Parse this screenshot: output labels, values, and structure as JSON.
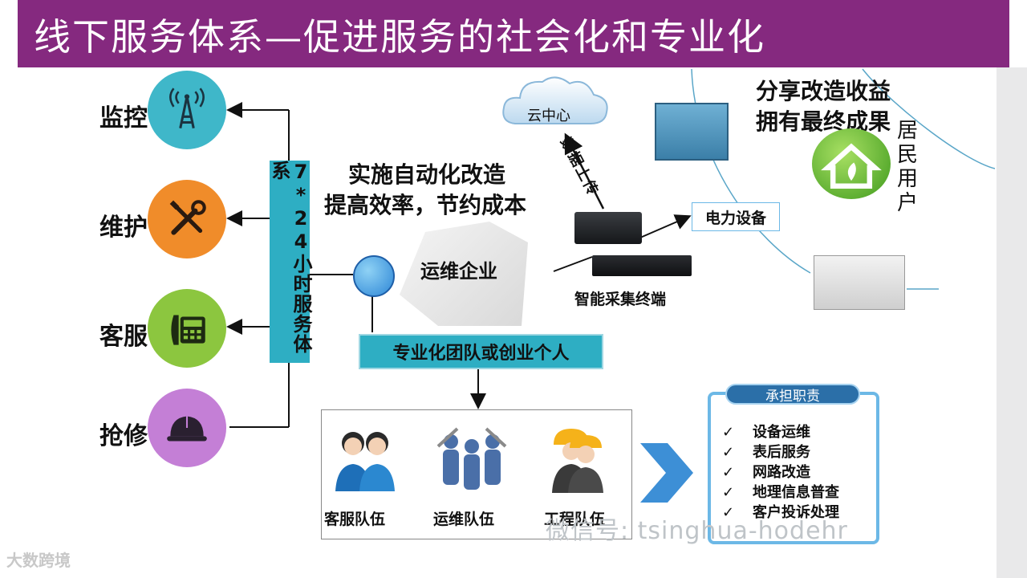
{
  "title": "线下服务体系—促进服务的社会化和专业化",
  "services": [
    {
      "label": "监控",
      "icon": "antenna-tower-icon",
      "color": "#3fb7c9"
    },
    {
      "label": "维护",
      "icon": "tools-icon",
      "color": "#f08c2a"
    },
    {
      "label": "客服",
      "icon": "telephone-icon",
      "color": "#8cc63f"
    },
    {
      "label": "抢修",
      "icon": "hard-hat-icon",
      "color": "#c47fd6"
    }
  ],
  "service_system": "7*24小时服务体系",
  "slogan": [
    "实施自动化改造",
    "提高效率，节约成本"
  ],
  "cloud_label": "云中心",
  "upload_label": "数据上传",
  "ops_company": "运维企业",
  "terminal_label": "智能采集终端",
  "power_device": "电力设备",
  "benefit": [
    "分享改造收益",
    "拥有最终成果"
  ],
  "resident": "居民用户",
  "team_box": "专业化团队或创业个人",
  "teams": [
    "客服队伍",
    "运维队伍",
    "工程队伍"
  ],
  "responsibility": {
    "header": "承担职责",
    "check": "✓",
    "items": [
      "设备运维",
      "表后服务",
      "网路改造",
      "地理信息普查",
      "客户投诉处理"
    ]
  },
  "watermark": "微信号: tsinghua-hodehr",
  "logo": "大数跨境",
  "colors": {
    "title_bg": "#85297f",
    "accent_blue": "#2eaec3"
  }
}
